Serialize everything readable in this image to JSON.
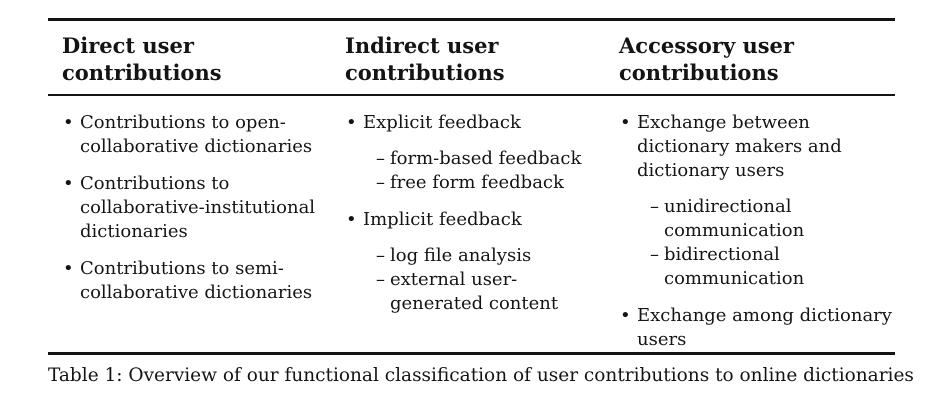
{
  "icons": {
    "bullet_glyph": "•",
    "dash_glyph": "–"
  },
  "colors": {
    "background": "#ffffff",
    "text": "#141414",
    "rule": "#141414"
  },
  "table": {
    "columns": [
      {
        "header": "Direct user\ncontributions",
        "items": [
          {
            "label": "Contributions to open-collaborative dictionaries"
          },
          {
            "label": "Contributions to collaborative-institutional dictionaries"
          },
          {
            "label": "Contributions to semi-collaborative dictionaries"
          }
        ]
      },
      {
        "header": "Indirect user\ncontributions",
        "items": [
          {
            "label": "Explicit feedback",
            "subitems": [
              "form-based feedback",
              "free form feedback"
            ]
          },
          {
            "label": "Implicit feedback",
            "subitems": [
              "log file analysis",
              "external user-generated content"
            ]
          }
        ]
      },
      {
        "header": "Accessory user\ncontributions",
        "items": [
          {
            "label": "Exchange between dictionary makers and dictionary users",
            "subitems": [
              "unidirectional communication",
              "bidirectional communication"
            ]
          },
          {
            "label": "Exchange among dictionary users"
          }
        ]
      }
    ]
  },
  "caption": {
    "text": "Table 1: Overview of our functional classification of user contributions to online dictionaries"
  }
}
